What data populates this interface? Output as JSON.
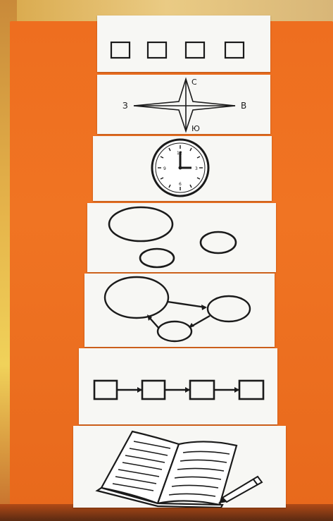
{
  "scene": {
    "description_none": "",
    "colors": {
      "table": "#f07423",
      "card": "#f7f7f4",
      "ink": "#1a1a1a"
    }
  },
  "cards": [
    {
      "id": "card-squares",
      "icon": "four-squares-icon"
    },
    {
      "id": "card-compass",
      "icon": "compass-star-icon",
      "labels": {
        "north": "С",
        "south": "Ю",
        "west": "З",
        "east": "В"
      }
    },
    {
      "id": "card-clock",
      "icon": "clock-icon",
      "labels": {
        "twelve": "12",
        "three": "3",
        "six": "6",
        "nine": "9"
      }
    },
    {
      "id": "card-circles",
      "icon": "three-circles-icon"
    },
    {
      "id": "card-connected-circles",
      "icon": "connected-circles-icon"
    },
    {
      "id": "card-chain",
      "icon": "square-chain-icon"
    },
    {
      "id": "card-book",
      "icon": "open-book-pencil-icon"
    }
  ]
}
